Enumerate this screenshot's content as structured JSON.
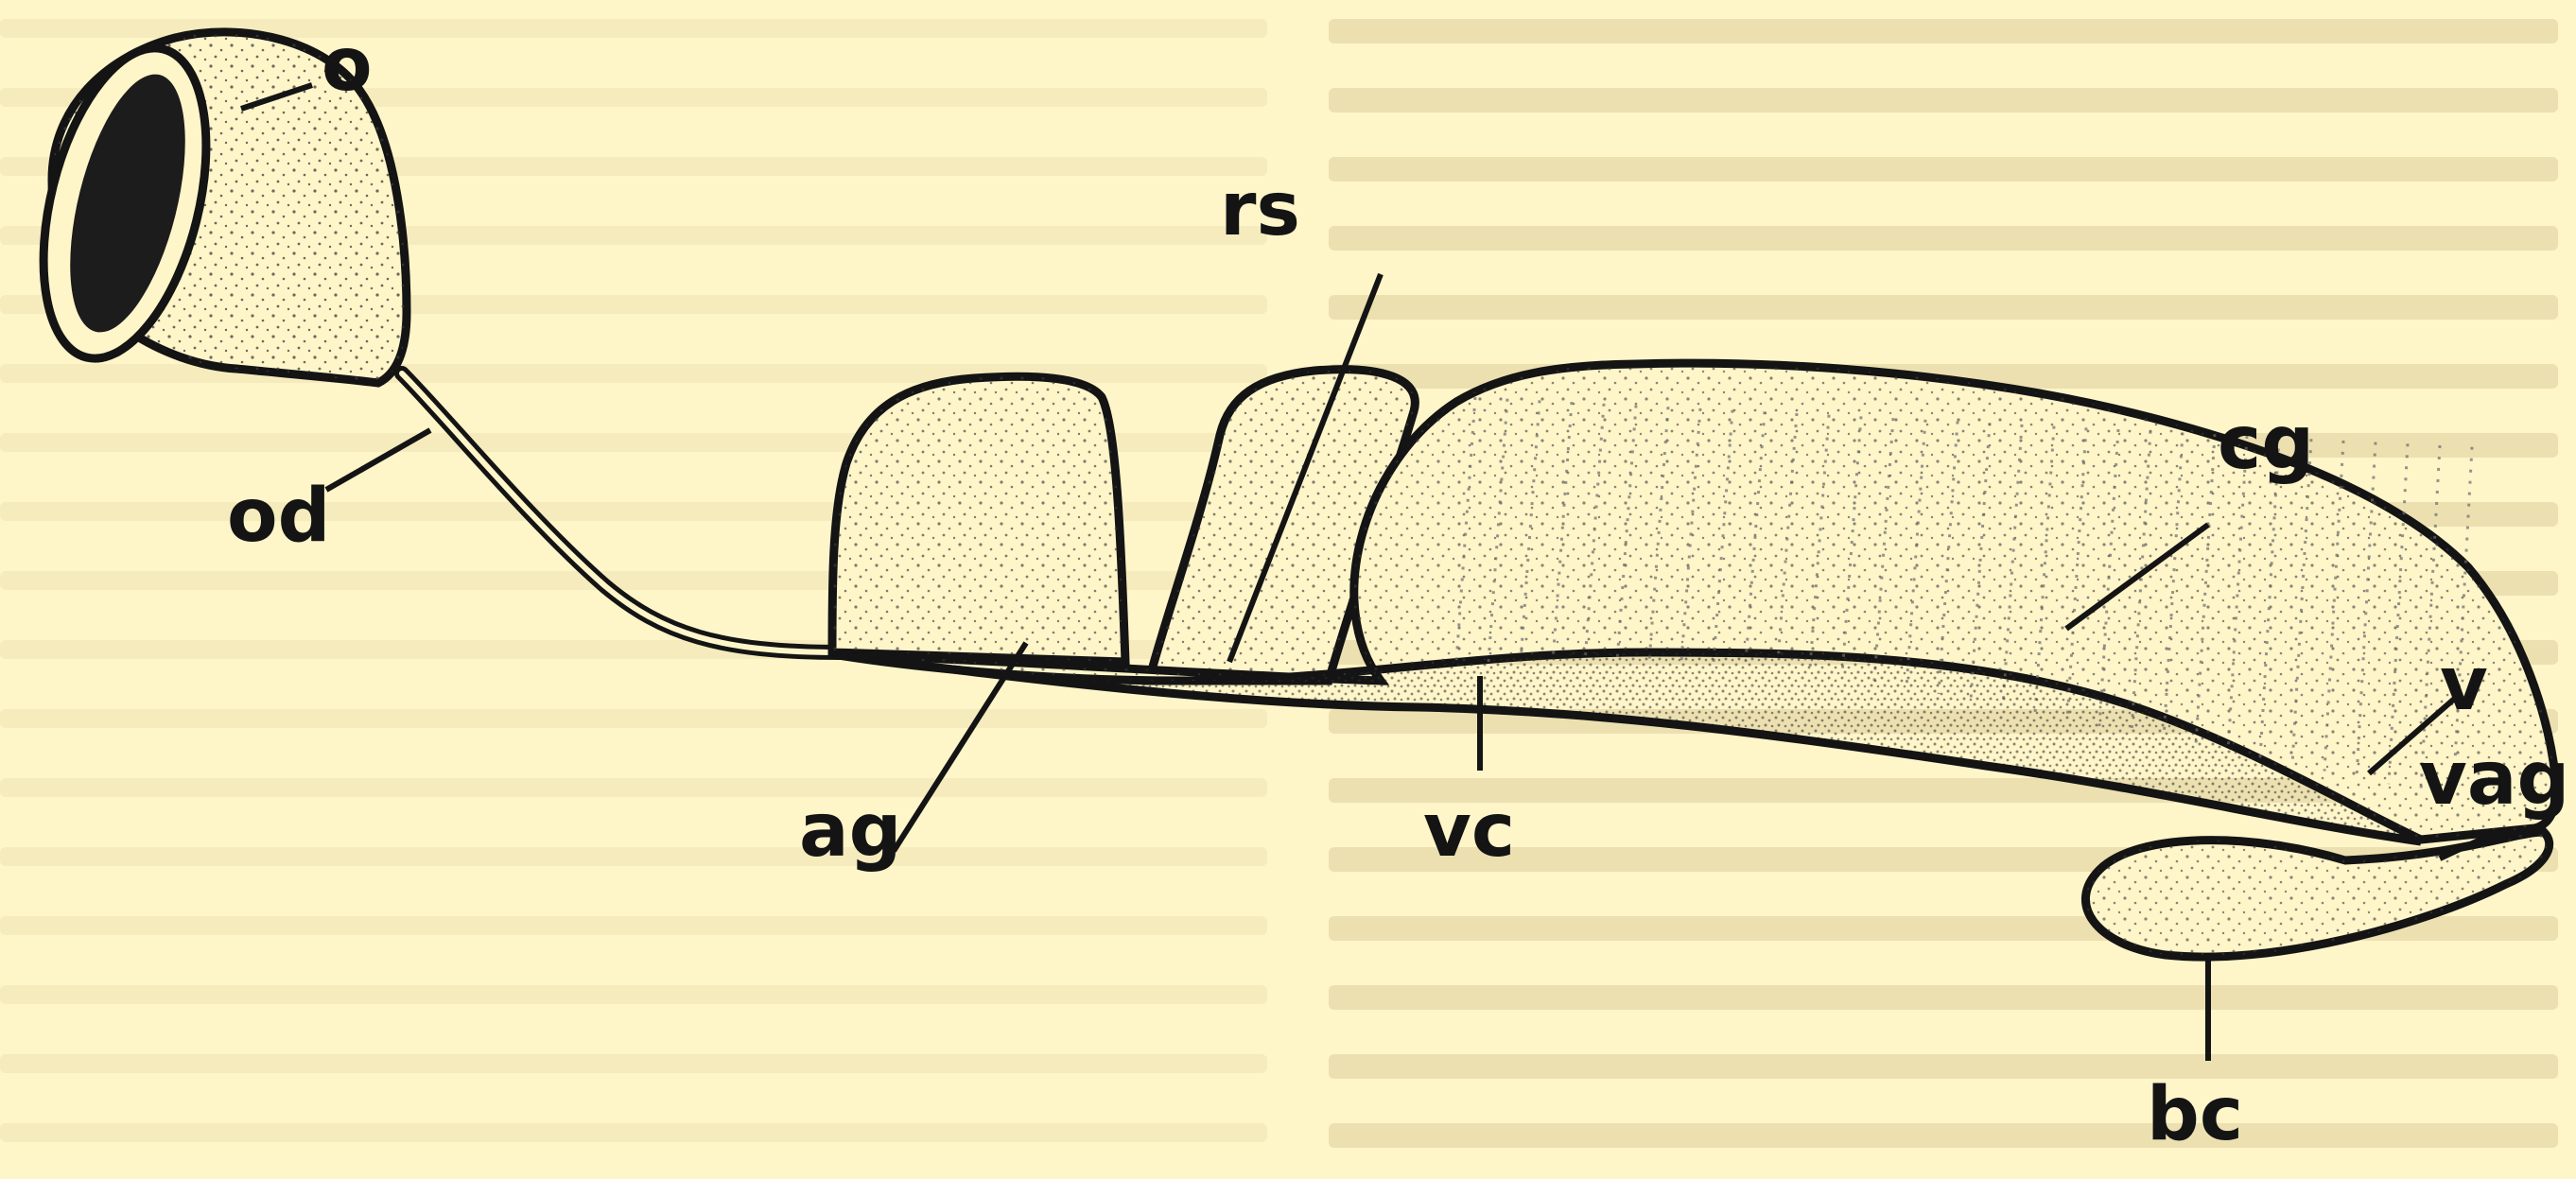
{
  "diagram": {
    "labels": {
      "o": "o",
      "rs": "rs",
      "cg": "cg",
      "od": "od",
      "ag": "ag",
      "vc": "vc",
      "v": "v",
      "vag": "vag",
      "bc": "bc"
    }
  },
  "colors": {
    "paper": "#fef5c9",
    "ink": "#141414",
    "bleed_through": "#ece0b0",
    "stipple": "#3a3a3a"
  }
}
